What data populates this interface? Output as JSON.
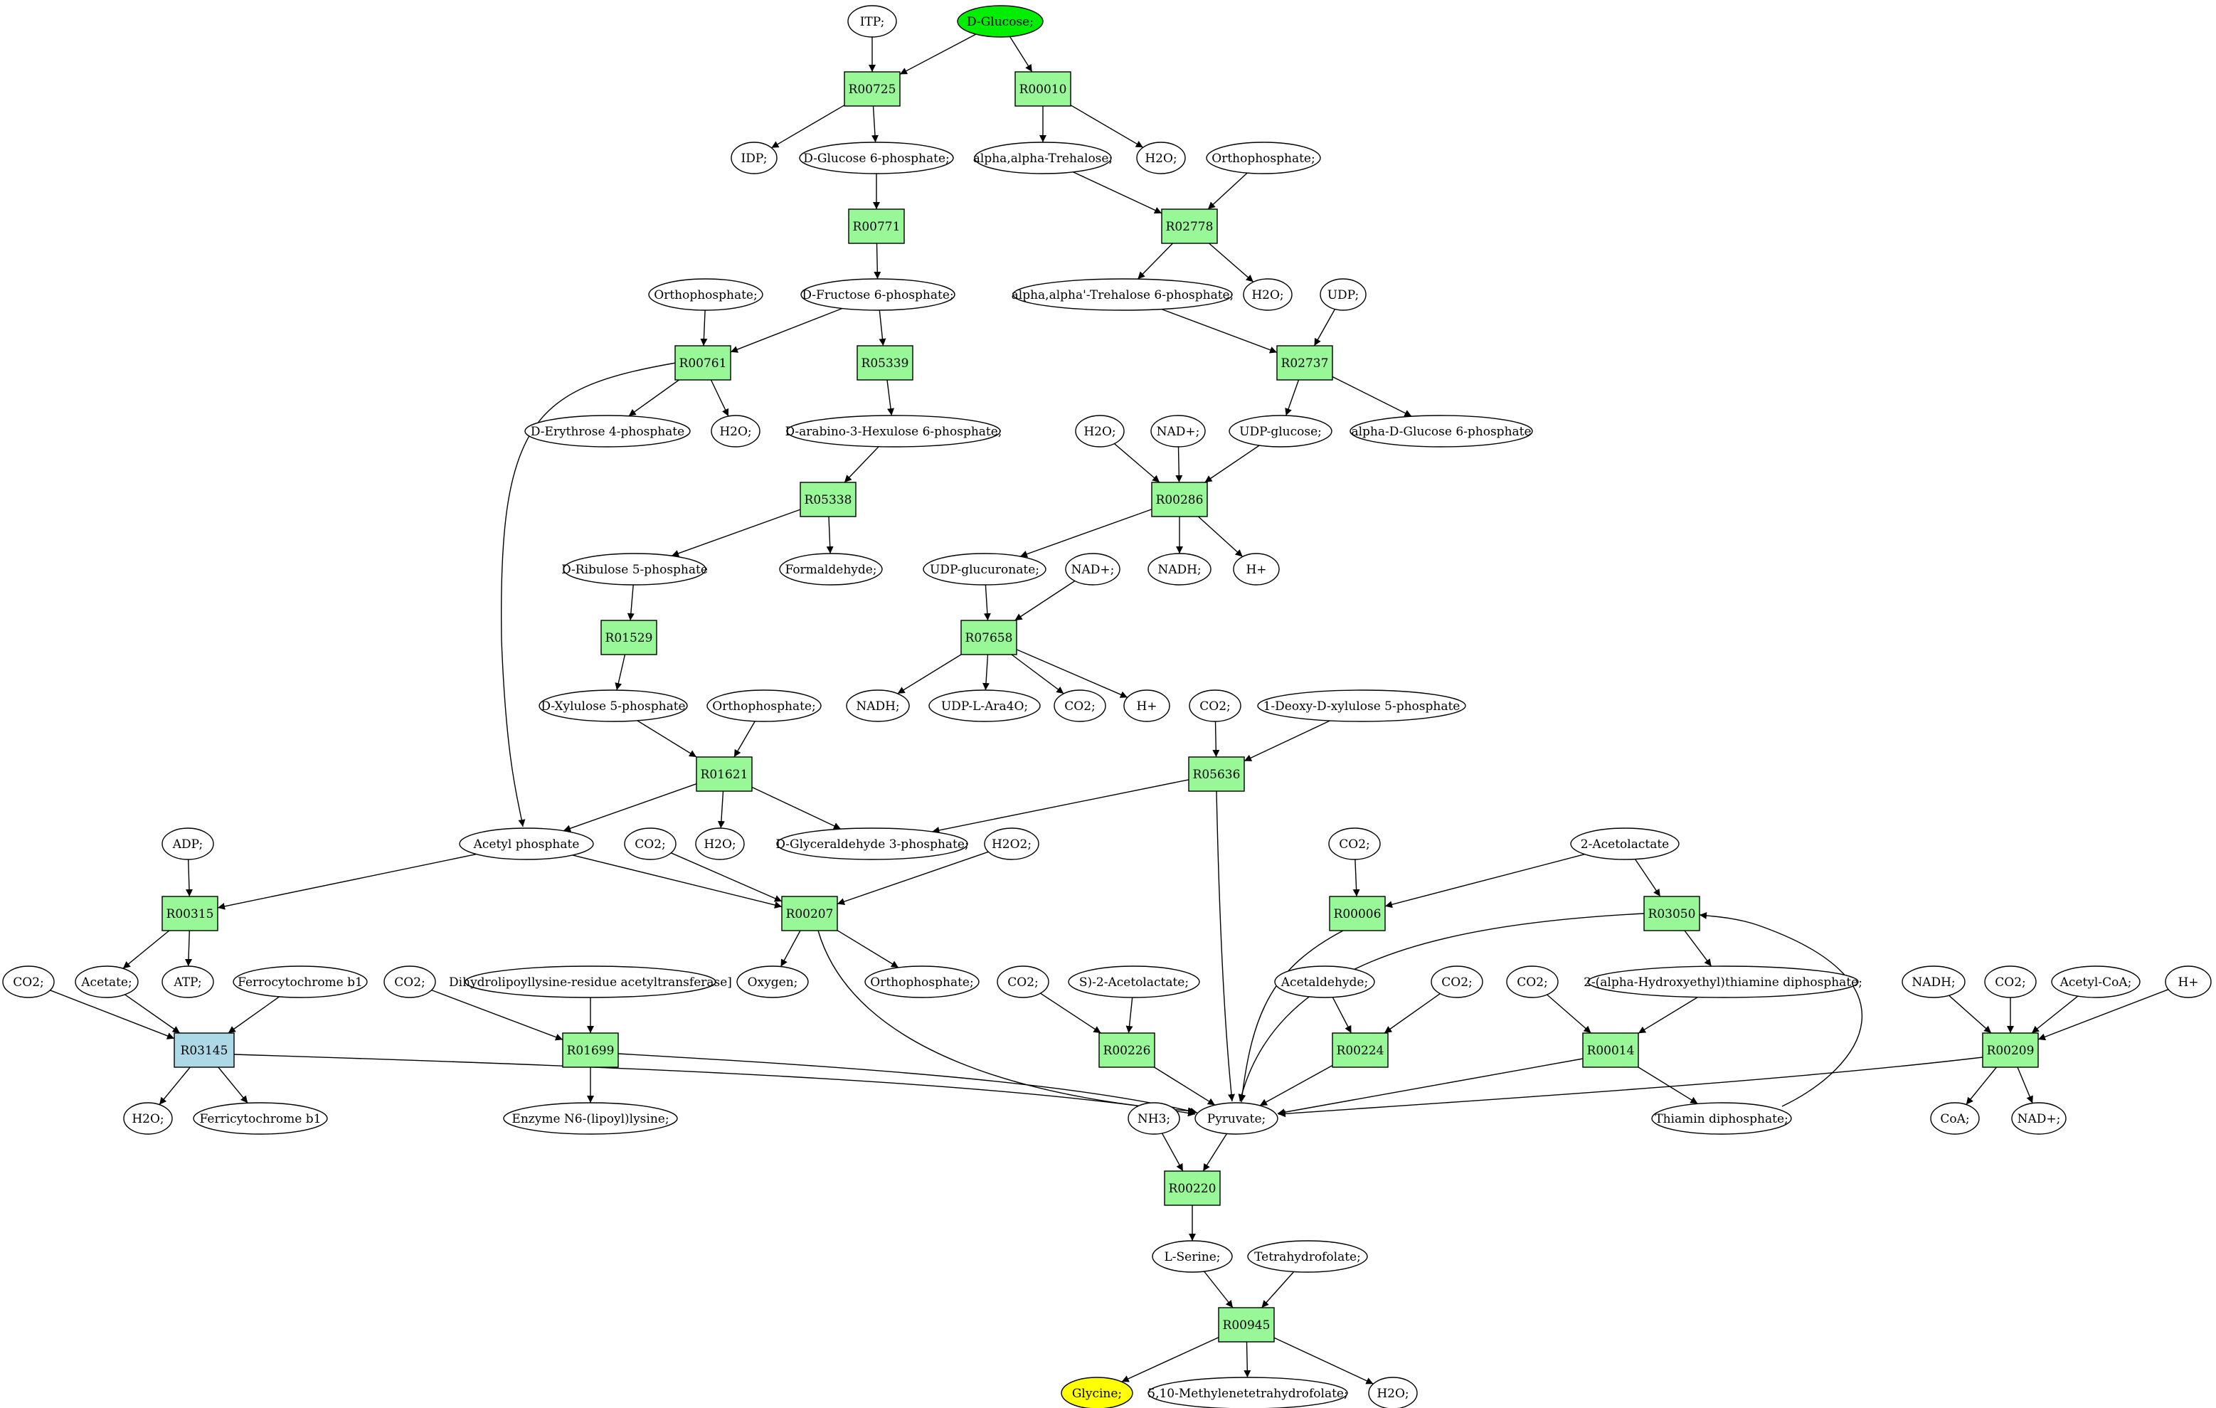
{
  "colors": {
    "reaction": "#98f898",
    "reaction_alt": "#add8e6",
    "compound": "#ffffff",
    "source": "#00ee00",
    "target": "#ffff00",
    "edge": "#000000"
  },
  "nodes": [
    {
      "id": "itp",
      "label": "ITP;",
      "kind": "compound"
    },
    {
      "id": "dglucose",
      "label": "D-Glucose;",
      "kind": "source"
    },
    {
      "id": "R00725",
      "label": "R00725",
      "kind": "reaction"
    },
    {
      "id": "R00010",
      "label": "R00010",
      "kind": "reaction"
    },
    {
      "id": "idp",
      "label": "IDP;",
      "kind": "compound"
    },
    {
      "id": "g6p",
      "label": "D-Glucose 6-phosphate;",
      "kind": "compound"
    },
    {
      "id": "trehalose",
      "label": "alpha,alpha-Trehalose;",
      "kind": "compound"
    },
    {
      "id": "h2o_1",
      "label": "H2O;",
      "kind": "compound"
    },
    {
      "id": "orthophos_1",
      "label": "Orthophosphate;",
      "kind": "compound"
    },
    {
      "id": "R00771",
      "label": "R00771",
      "kind": "reaction"
    },
    {
      "id": "R02778",
      "label": "R02778",
      "kind": "reaction"
    },
    {
      "id": "orthophos_2",
      "label": "Orthophosphate;",
      "kind": "compound"
    },
    {
      "id": "f6p",
      "label": "D-Fructose 6-phosphate;",
      "kind": "compound"
    },
    {
      "id": "t6p",
      "label": "alpha,alpha'-Trehalose 6-phosphate;",
      "kind": "compound"
    },
    {
      "id": "h2o_2",
      "label": "H2O;",
      "kind": "compound"
    },
    {
      "id": "udp",
      "label": "UDP;",
      "kind": "compound"
    },
    {
      "id": "R00761",
      "label": "R00761",
      "kind": "reaction"
    },
    {
      "id": "R05339",
      "label": "R05339",
      "kind": "reaction"
    },
    {
      "id": "R02737",
      "label": "R02737",
      "kind": "reaction"
    },
    {
      "id": "e4p",
      "label": "D-Erythrose 4-phosphate",
      "kind": "compound"
    },
    {
      "id": "h2o_3",
      "label": "H2O;",
      "kind": "compound"
    },
    {
      "id": "ah6p",
      "label": "D-arabino-3-Hexulose 6-phosphate;",
      "kind": "compound"
    },
    {
      "id": "udpglucose",
      "label": "UDP-glucose;",
      "kind": "compound"
    },
    {
      "id": "ag1p",
      "label": "alpha-D-Glucose 6-phosphate",
      "kind": "compound"
    },
    {
      "id": "h2o_4",
      "label": "H2O;",
      "kind": "compound"
    },
    {
      "id": "nad_1",
      "label": "NAD+;",
      "kind": "compound"
    },
    {
      "id": "R05338",
      "label": "R05338",
      "kind": "reaction"
    },
    {
      "id": "R00286",
      "label": "R00286",
      "kind": "reaction"
    },
    {
      "id": "ru5p",
      "label": "D-Ribulose 5-phosphate",
      "kind": "compound"
    },
    {
      "id": "formaldehyde",
      "label": "Formaldehyde;",
      "kind": "compound"
    },
    {
      "id": "udpglucuronate",
      "label": "UDP-glucuronate;",
      "kind": "compound"
    },
    {
      "id": "nad_2",
      "label": "NAD+;",
      "kind": "compound"
    },
    {
      "id": "nadh_1",
      "label": "NADH;",
      "kind": "compound"
    },
    {
      "id": "hplus_1",
      "label": "H+",
      "kind": "compound"
    },
    {
      "id": "R01529",
      "label": "R01529",
      "kind": "reaction"
    },
    {
      "id": "R07658",
      "label": "R07658",
      "kind": "reaction"
    },
    {
      "id": "xu5p",
      "label": "D-Xylulose 5-phosphate",
      "kind": "compound"
    },
    {
      "id": "orthophos_3",
      "label": "Orthophosphate;",
      "kind": "compound"
    },
    {
      "id": "nadh_2",
      "label": "NADH;",
      "kind": "compound"
    },
    {
      "id": "udpara",
      "label": "UDP-L-Ara4O;",
      "kind": "compound"
    },
    {
      "id": "co2_1",
      "label": "CO2;",
      "kind": "compound"
    },
    {
      "id": "hplus_2",
      "label": "H+",
      "kind": "compound"
    },
    {
      "id": "co2_2",
      "label": "CO2;",
      "kind": "compound"
    },
    {
      "id": "dx5p",
      "label": "1-Deoxy-D-xylulose 5-phosphate",
      "kind": "compound"
    },
    {
      "id": "R01621",
      "label": "R01621",
      "kind": "reaction"
    },
    {
      "id": "R05636",
      "label": "R05636",
      "kind": "reaction"
    },
    {
      "id": "adp",
      "label": "ADP;",
      "kind": "compound"
    },
    {
      "id": "acetylp",
      "label": "Acetyl phosphate",
      "kind": "compound"
    },
    {
      "id": "co2_3",
      "label": "CO2;",
      "kind": "compound"
    },
    {
      "id": "h2o_5",
      "label": "H2O;",
      "kind": "compound"
    },
    {
      "id": "g3p",
      "label": "D-Glyceraldehyde 3-phosphate;",
      "kind": "compound"
    },
    {
      "id": "h2o2",
      "label": "H2O2;",
      "kind": "compound"
    },
    {
      "id": "co2_4",
      "label": "CO2;",
      "kind": "compound"
    },
    {
      "id": "acetolactate2",
      "label": "2-Acetolactate",
      "kind": "compound"
    },
    {
      "id": "R00315",
      "label": "R00315",
      "kind": "reaction"
    },
    {
      "id": "R00207",
      "label": "R00207",
      "kind": "reaction"
    },
    {
      "id": "R00006",
      "label": "R00006",
      "kind": "reaction"
    },
    {
      "id": "R03050",
      "label": "R03050",
      "kind": "reaction"
    },
    {
      "id": "co2_5",
      "label": "CO2;",
      "kind": "compound"
    },
    {
      "id": "acetate",
      "label": "Acetate;",
      "kind": "compound"
    },
    {
      "id": "atp",
      "label": "ATP;",
      "kind": "compound"
    },
    {
      "id": "ferrocyt",
      "label": "Ferrocytochrome b1",
      "kind": "compound"
    },
    {
      "id": "co2_6",
      "label": "CO2;",
      "kind": "compound"
    },
    {
      "id": "dlat",
      "label": "Dihydrolipoyllysine-residue acetyltransferase]",
      "kind": "compound"
    },
    {
      "id": "oxygen",
      "label": "Oxygen;",
      "kind": "compound"
    },
    {
      "id": "orthophos_4",
      "label": "Orthophosphate;",
      "kind": "compound"
    },
    {
      "id": "co2_7",
      "label": "CO2;",
      "kind": "compound"
    },
    {
      "id": "sacetolactate",
      "label": "S)-2-Acetolactate;",
      "kind": "compound"
    },
    {
      "id": "acetaldehyde",
      "label": "Acetaldehyde;",
      "kind": "compound"
    },
    {
      "id": "co2_8",
      "label": "CO2;",
      "kind": "compound"
    },
    {
      "id": "co2_9",
      "label": "CO2;",
      "kind": "compound"
    },
    {
      "id": "hethdp",
      "label": "2-(alpha-Hydroxyethyl)thiamine diphosphate;",
      "kind": "compound"
    },
    {
      "id": "nadh_3",
      "label": "NADH;",
      "kind": "compound"
    },
    {
      "id": "co2_10",
      "label": "CO2;",
      "kind": "compound"
    },
    {
      "id": "acetylcoa",
      "label": "Acetyl-CoA;",
      "kind": "compound"
    },
    {
      "id": "hplus_3",
      "label": "H+",
      "kind": "compound"
    },
    {
      "id": "R03145",
      "label": "R03145",
      "kind": "reaction_alt"
    },
    {
      "id": "R01699",
      "label": "R01699",
      "kind": "reaction"
    },
    {
      "id": "R00226",
      "label": "R00226",
      "kind": "reaction"
    },
    {
      "id": "R00224",
      "label": "R00224",
      "kind": "reaction"
    },
    {
      "id": "R00014",
      "label": "R00014",
      "kind": "reaction"
    },
    {
      "id": "R00209",
      "label": "R00209",
      "kind": "reaction"
    },
    {
      "id": "h2o_6",
      "label": "H2O;",
      "kind": "compound"
    },
    {
      "id": "ferricyt",
      "label": "Ferricytochrome b1",
      "kind": "compound"
    },
    {
      "id": "lipoyllysine",
      "label": "Enzyme N6-(lipoyl)lysine;",
      "kind": "compound"
    },
    {
      "id": "nh3",
      "label": "NH3;",
      "kind": "compound"
    },
    {
      "id": "pyruvate",
      "label": "Pyruvate;",
      "kind": "compound"
    },
    {
      "id": "thdp",
      "label": "Thiamin diphosphate;",
      "kind": "compound"
    },
    {
      "id": "coa",
      "label": "CoA;",
      "kind": "compound"
    },
    {
      "id": "nad_3",
      "label": "NAD+;",
      "kind": "compound"
    },
    {
      "id": "R00220",
      "label": "R00220",
      "kind": "reaction"
    },
    {
      "id": "lserine",
      "label": "L-Serine;",
      "kind": "compound"
    },
    {
      "id": "thf",
      "label": "Tetrahydrofolate;",
      "kind": "compound"
    },
    {
      "id": "R00945",
      "label": "R00945",
      "kind": "reaction"
    },
    {
      "id": "glycine",
      "label": "Glycine;",
      "kind": "target"
    },
    {
      "id": "mthf",
      "label": "5,10-Methylenetetrahydrofolate;",
      "kind": "compound"
    },
    {
      "id": "h2o_7",
      "label": "H2O;",
      "kind": "compound"
    }
  ],
  "edges": [
    [
      "itp",
      "R00725"
    ],
    [
      "dglucose",
      "R00725"
    ],
    [
      "dglucose",
      "R00010"
    ],
    [
      "R00725",
      "idp"
    ],
    [
      "R00725",
      "g6p"
    ],
    [
      "R00010",
      "trehalose"
    ],
    [
      "R00010",
      "h2o_1"
    ],
    [
      "g6p",
      "R00771"
    ],
    [
      "R00771",
      "f6p"
    ],
    [
      "trehalose",
      "R02778"
    ],
    [
      "orthophos_1",
      "R02778"
    ],
    [
      "R02778",
      "t6p"
    ],
    [
      "R02778",
      "h2o_2"
    ],
    [
      "orthophos_2",
      "R00761"
    ],
    [
      "f6p",
      "R00761"
    ],
    [
      "f6p",
      "R05339"
    ],
    [
      "t6p",
      "R02737"
    ],
    [
      "udp",
      "R02737"
    ],
    [
      "R00761",
      "e4p"
    ],
    [
      "R00761",
      "h2o_3"
    ],
    [
      "R00761",
      "acetylp"
    ],
    [
      "R05339",
      "ah6p"
    ],
    [
      "R02737",
      "udpglucose"
    ],
    [
      "R02737",
      "ag1p"
    ],
    [
      "h2o_4",
      "R00286"
    ],
    [
      "nad_1",
      "R00286"
    ],
    [
      "udpglucose",
      "R00286"
    ],
    [
      "ah6p",
      "R05338"
    ],
    [
      "R05338",
      "ru5p"
    ],
    [
      "R05338",
      "formaldehyde"
    ],
    [
      "R00286",
      "udpglucuronate"
    ],
    [
      "R00286",
      "nadh_1"
    ],
    [
      "R00286",
      "hplus_1"
    ],
    [
      "ru5p",
      "R01529"
    ],
    [
      "udpglucuronate",
      "R07658"
    ],
    [
      "nad_2",
      "R07658"
    ],
    [
      "R01529",
      "xu5p"
    ],
    [
      "R07658",
      "nadh_2"
    ],
    [
      "R07658",
      "udpara"
    ],
    [
      "R07658",
      "co2_1"
    ],
    [
      "R07658",
      "hplus_2"
    ],
    [
      "xu5p",
      "R01621"
    ],
    [
      "orthophos_3",
      "R01621"
    ],
    [
      "co2_2",
      "R05636"
    ],
    [
      "dx5p",
      "R05636"
    ],
    [
      "R01621",
      "acetylp"
    ],
    [
      "R01621",
      "h2o_5"
    ],
    [
      "R01621",
      "g3p"
    ],
    [
      "R05636",
      "g3p"
    ],
    [
      "R05636",
      "pyruvate"
    ],
    [
      "adp",
      "R00315"
    ],
    [
      "acetylp",
      "R00315"
    ],
    [
      "acetylp",
      "R00207"
    ],
    [
      "co2_3",
      "R00207"
    ],
    [
      "h2o2",
      "R00207"
    ],
    [
      "co2_4",
      "R00006"
    ],
    [
      "acetolactate2",
      "R00006"
    ],
    [
      "acetolactate2",
      "R03050"
    ],
    [
      "R00315",
      "acetate"
    ],
    [
      "R00315",
      "atp"
    ],
    [
      "R00207",
      "oxygen"
    ],
    [
      "R00207",
      "orthophos_4"
    ],
    [
      "R00207",
      "pyruvate"
    ],
    [
      "R00006",
      "pyruvate"
    ],
    [
      "R03050",
      "pyruvate"
    ],
    [
      "R03050",
      "hethdp"
    ],
    [
      "co2_5",
      "R03145"
    ],
    [
      "acetate",
      "R03145"
    ],
    [
      "ferrocyt",
      "R03145"
    ],
    [
      "co2_6",
      "R01699"
    ],
    [
      "dlat",
      "R01699"
    ],
    [
      "co2_7",
      "R00226"
    ],
    [
      "sacetolactate",
      "R00226"
    ],
    [
      "acetaldehyde",
      "R00224"
    ],
    [
      "co2_8",
      "R00224"
    ],
    [
      "co2_9",
      "R00014"
    ],
    [
      "hethdp",
      "R00014"
    ],
    [
      "nadh_3",
      "R00209"
    ],
    [
      "co2_10",
      "R00209"
    ],
    [
      "acetylcoa",
      "R00209"
    ],
    [
      "hplus_3",
      "R00209"
    ],
    [
      "R03145",
      "h2o_6"
    ],
    [
      "R03145",
      "ferricyt"
    ],
    [
      "R03145",
      "pyruvate"
    ],
    [
      "R01699",
      "lipoyllysine"
    ],
    [
      "R01699",
      "pyruvate"
    ],
    [
      "R00226",
      "pyruvate"
    ],
    [
      "R00224",
      "pyruvate"
    ],
    [
      "R00014",
      "pyruvate"
    ],
    [
      "R00014",
      "thdp"
    ],
    [
      "thdp",
      "R03050"
    ],
    [
      "R00209",
      "pyruvate"
    ],
    [
      "R00209",
      "coa"
    ],
    [
      "R00209",
      "nad_3"
    ],
    [
      "nh3",
      "R00220"
    ],
    [
      "pyruvate",
      "R00220"
    ],
    [
      "R00220",
      "lserine"
    ],
    [
      "lserine",
      "R00945"
    ],
    [
      "thf",
      "R00945"
    ],
    [
      "R00945",
      "glycine"
    ],
    [
      "R00945",
      "mthf"
    ],
    [
      "R00945",
      "h2o_7"
    ]
  ]
}
